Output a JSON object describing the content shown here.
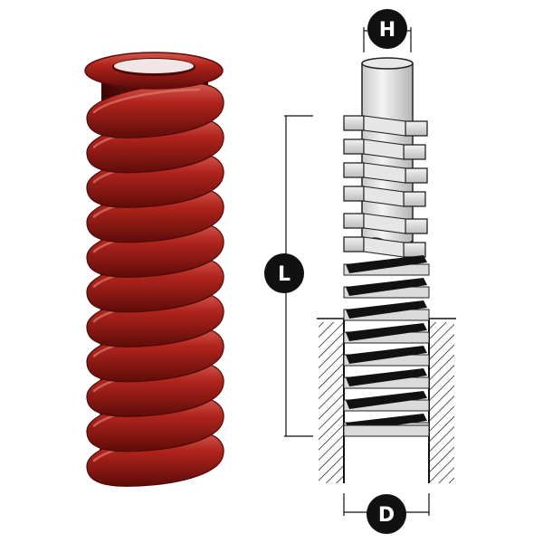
{
  "diagram": {
    "dimensions": {
      "outer_diameter_label": "D",
      "free_length_label": "L",
      "rod_diameter_label": "H"
    }
  },
  "colors": {
    "spring_red": "#a8201a",
    "spring_dark": "#5e0c0a",
    "spring_highlight": "#d9574e",
    "drawing_gray": "#dcdcdc",
    "drawing_black": "#111111"
  }
}
